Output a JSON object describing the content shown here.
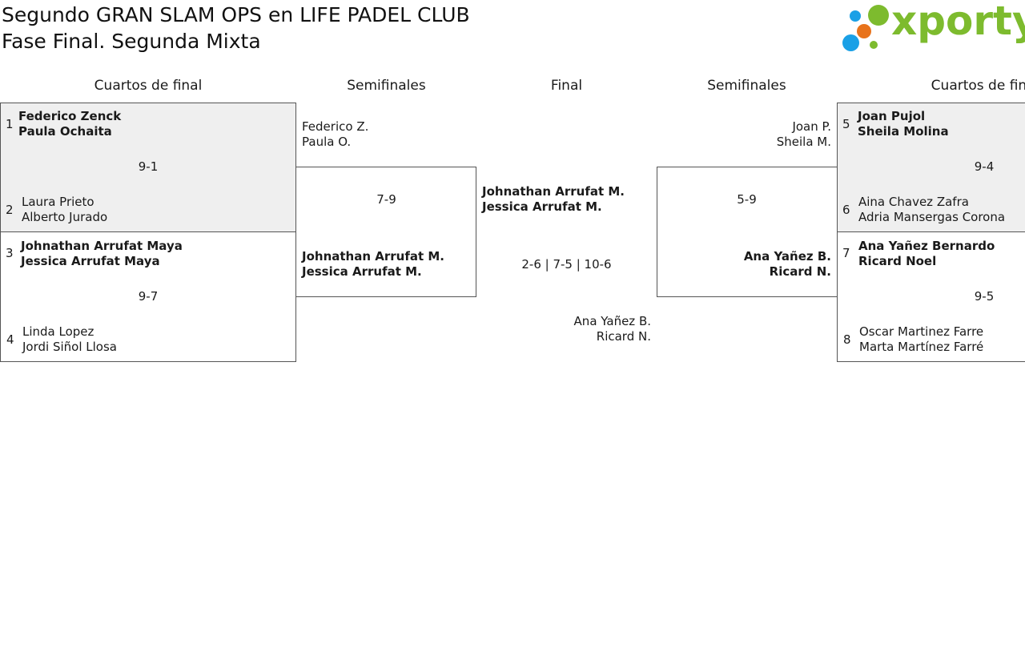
{
  "header": {
    "title_line1": "Segundo GRAN SLAM OPS en LIFE PADEL CLUB",
    "title_line2": "Fase Final. Segunda Mixta",
    "logo_text": "xporty",
    "logo_colors": {
      "green": "#7dbb2e",
      "blue": "#1aa0e6",
      "orange": "#e8731b"
    }
  },
  "columns": {
    "left_quarters": "Cuartos de final",
    "left_semis": "Semifinales",
    "final": "Final",
    "right_semis": "Semifinales",
    "right_quarters": "Cuartos de final"
  },
  "quarters_left": [
    {
      "score": "9-1",
      "top": {
        "seed": "1",
        "p1": "Federico Zenck",
        "p2": "Paula Ochaita"
      },
      "bottom": {
        "seed": "2",
        "p1": "Laura Prieto",
        "p2": "Alberto Jurado"
      }
    },
    {
      "score": "9-7",
      "top": {
        "seed": "3",
        "p1": "Johnathan Arrufat Maya",
        "p2": "Jessica Arrufat Maya"
      },
      "bottom": {
        "seed": "4",
        "p1": "Linda Lopez",
        "p2": "Jordi Siñol Llosa"
      }
    }
  ],
  "quarters_right": [
    {
      "score": "9-4",
      "top": {
        "seed": "5",
        "p1": "Joan Pujol",
        "p2": "Sheila Molina"
      },
      "bottom": {
        "seed": "6",
        "p1": "Aina Chavez Zafra",
        "p2": "Adria Mansergas Corona"
      }
    },
    {
      "score": "9-5",
      "top": {
        "seed": "7",
        "p1": "Ana Yañez Bernardo",
        "p2": "Ricard Noel"
      },
      "bottom": {
        "seed": "8",
        "p1": "Oscar Martinez Farre",
        "p2": "Marta Martínez Farré"
      }
    }
  ],
  "semi_left": {
    "score": "7-9",
    "top": {
      "p1": "Federico Z.",
      "p2": "Paula O."
    },
    "bottom": {
      "p1": "Johnathan Arrufat M.",
      "p2": "Jessica Arrufat M."
    }
  },
  "semi_right": {
    "score": "5-9",
    "top": {
      "p1": "Joan P.",
      "p2": "Sheila M."
    },
    "bottom": {
      "p1": "Ana Yañez B.",
      "p2": "Ricard N."
    }
  },
  "final": {
    "score": "2-6 | 7-5 | 10-6",
    "top": {
      "p1": "Johnathan Arrufat M.",
      "p2": "Jessica Arrufat M."
    },
    "bottom": {
      "p1": "Ana Yañez B.",
      "p2": "Ricard N."
    }
  }
}
